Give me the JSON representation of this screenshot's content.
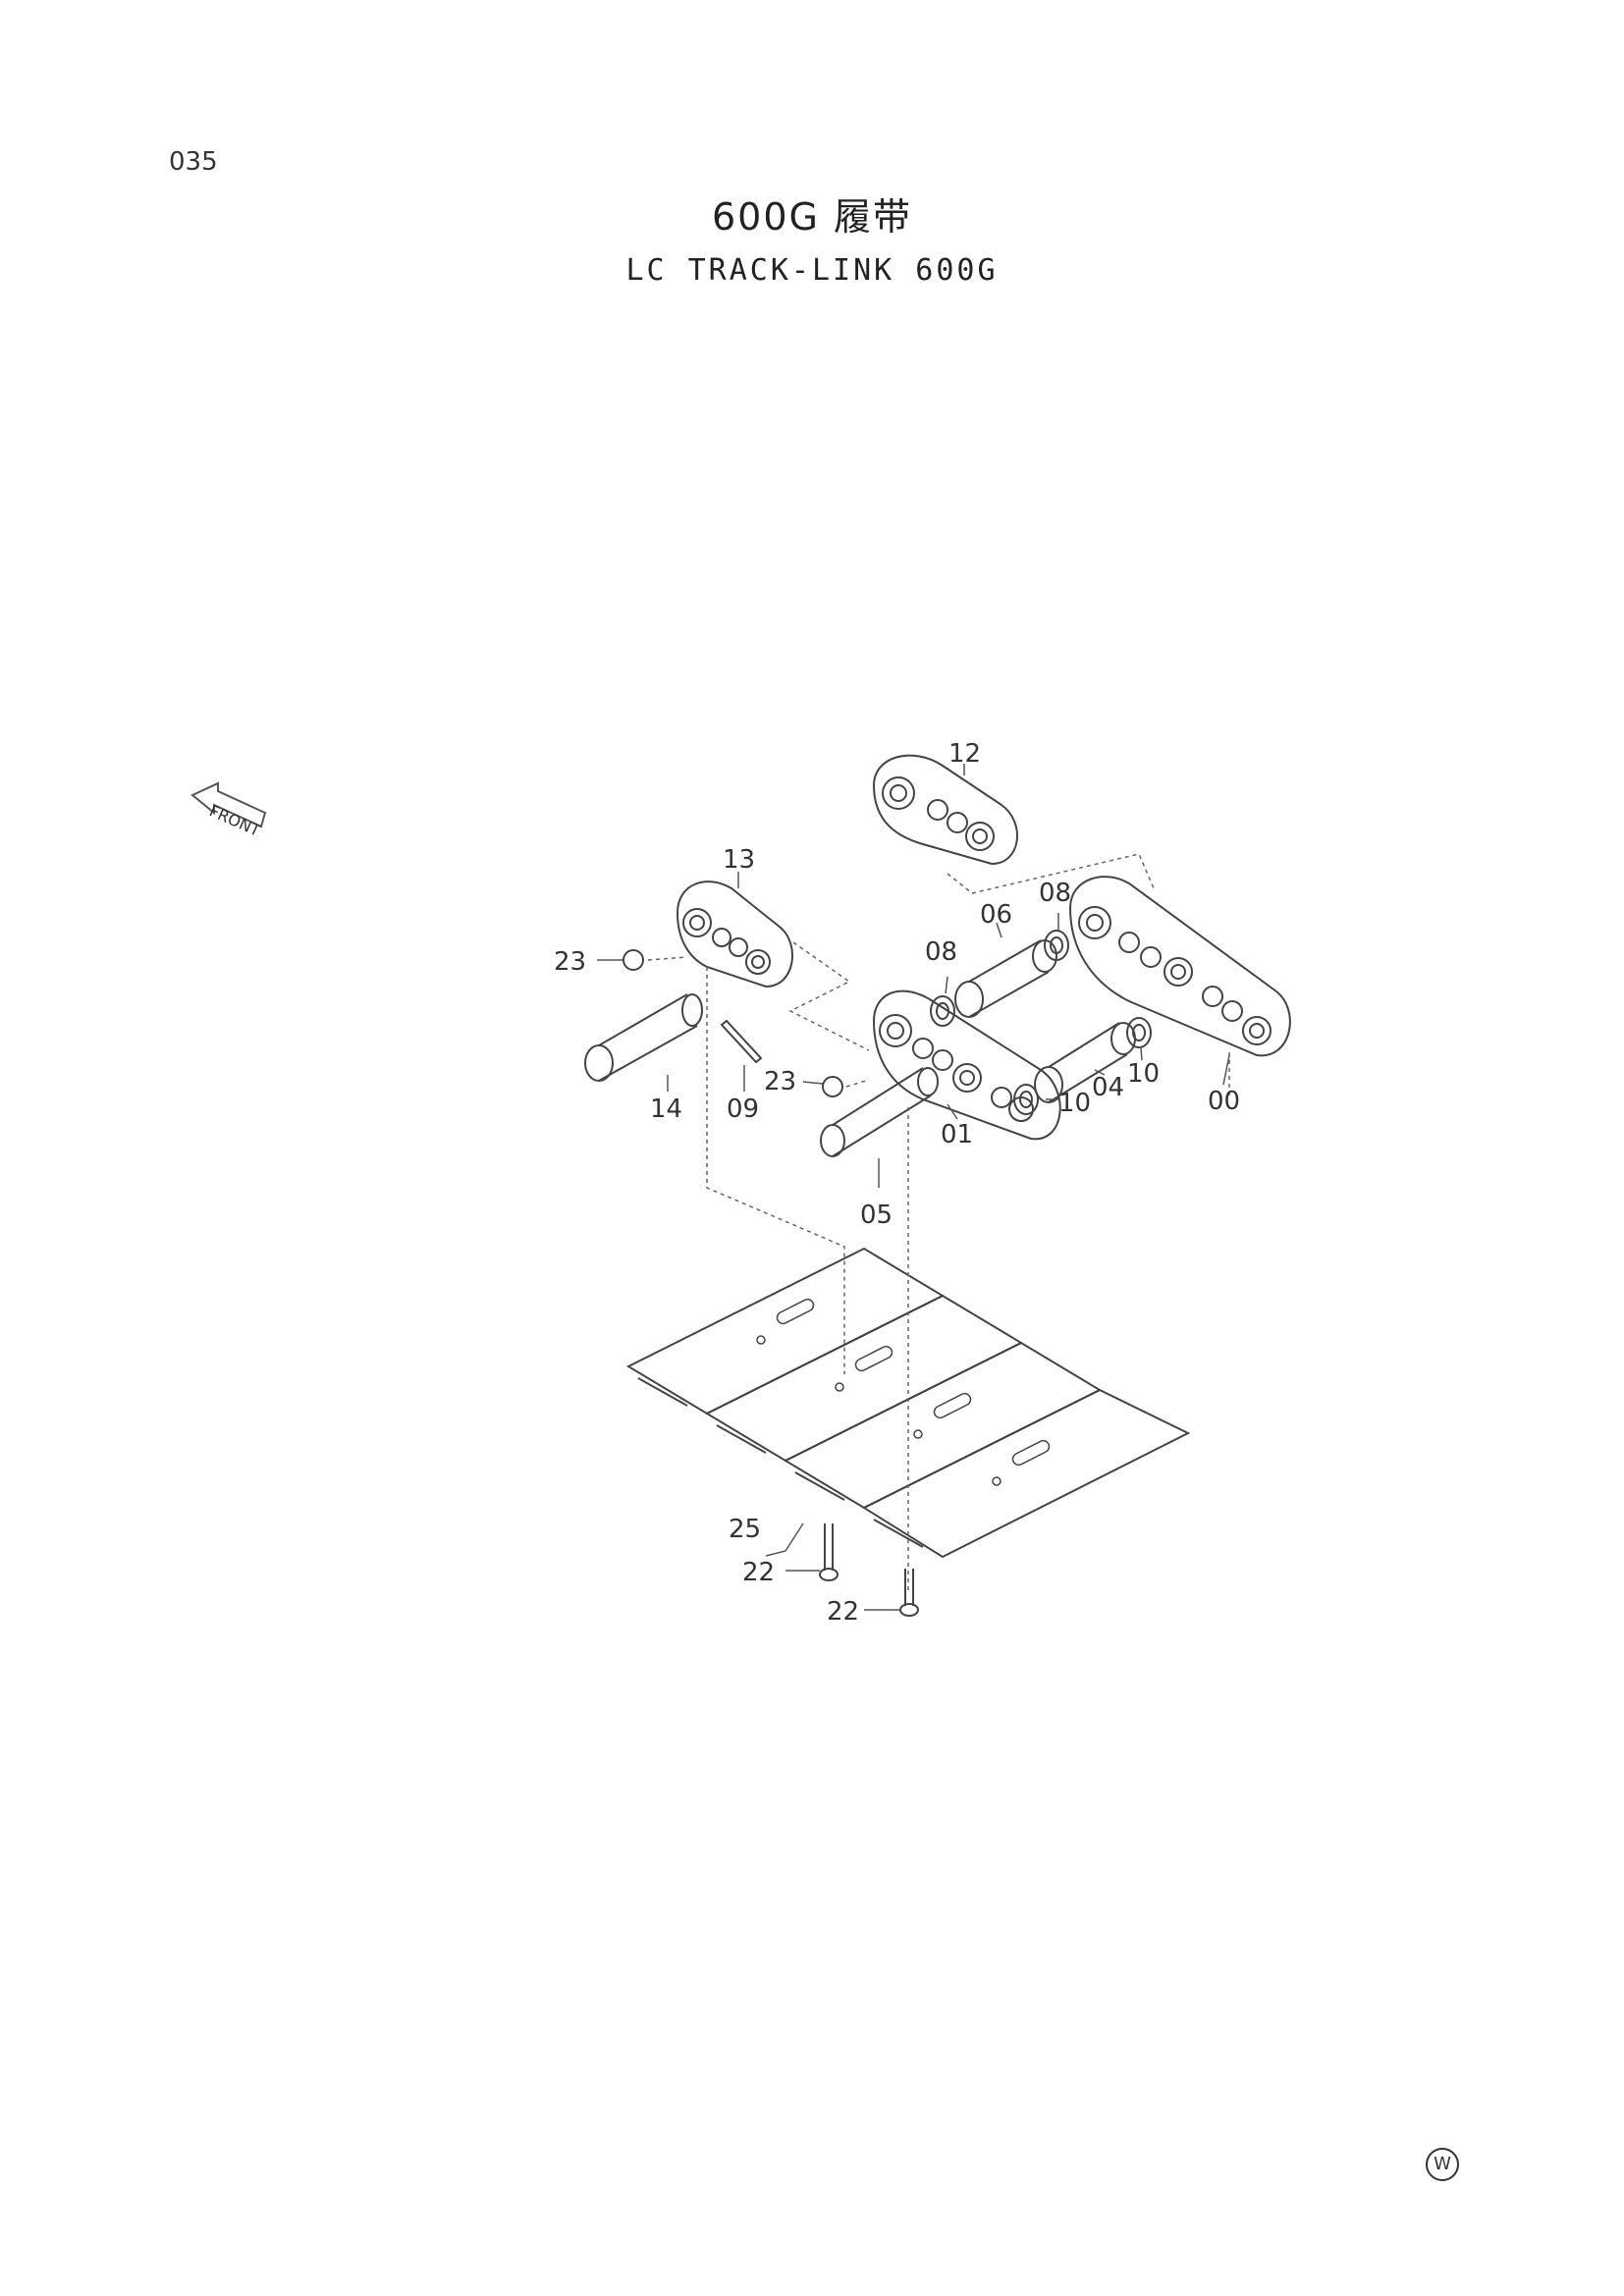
{
  "page": {
    "number": "035",
    "title_cn": "600G 履带",
    "title_en": "LC  TRACK-LINK  600G",
    "corner_mark": "W",
    "front_label": "FRONT"
  },
  "callouts": {
    "c00": "00",
    "c01": "01",
    "c04": "04",
    "c05": "05",
    "c06": "06",
    "c08a": "08",
    "c08b": "08",
    "c09": "09",
    "c10a": "10",
    "c10b": "10",
    "c12": "12",
    "c13": "13",
    "c14": "14",
    "c22a": "22",
    "c22b": "22",
    "c23a": "23",
    "c23b": "23",
    "c25": "25"
  }
}
